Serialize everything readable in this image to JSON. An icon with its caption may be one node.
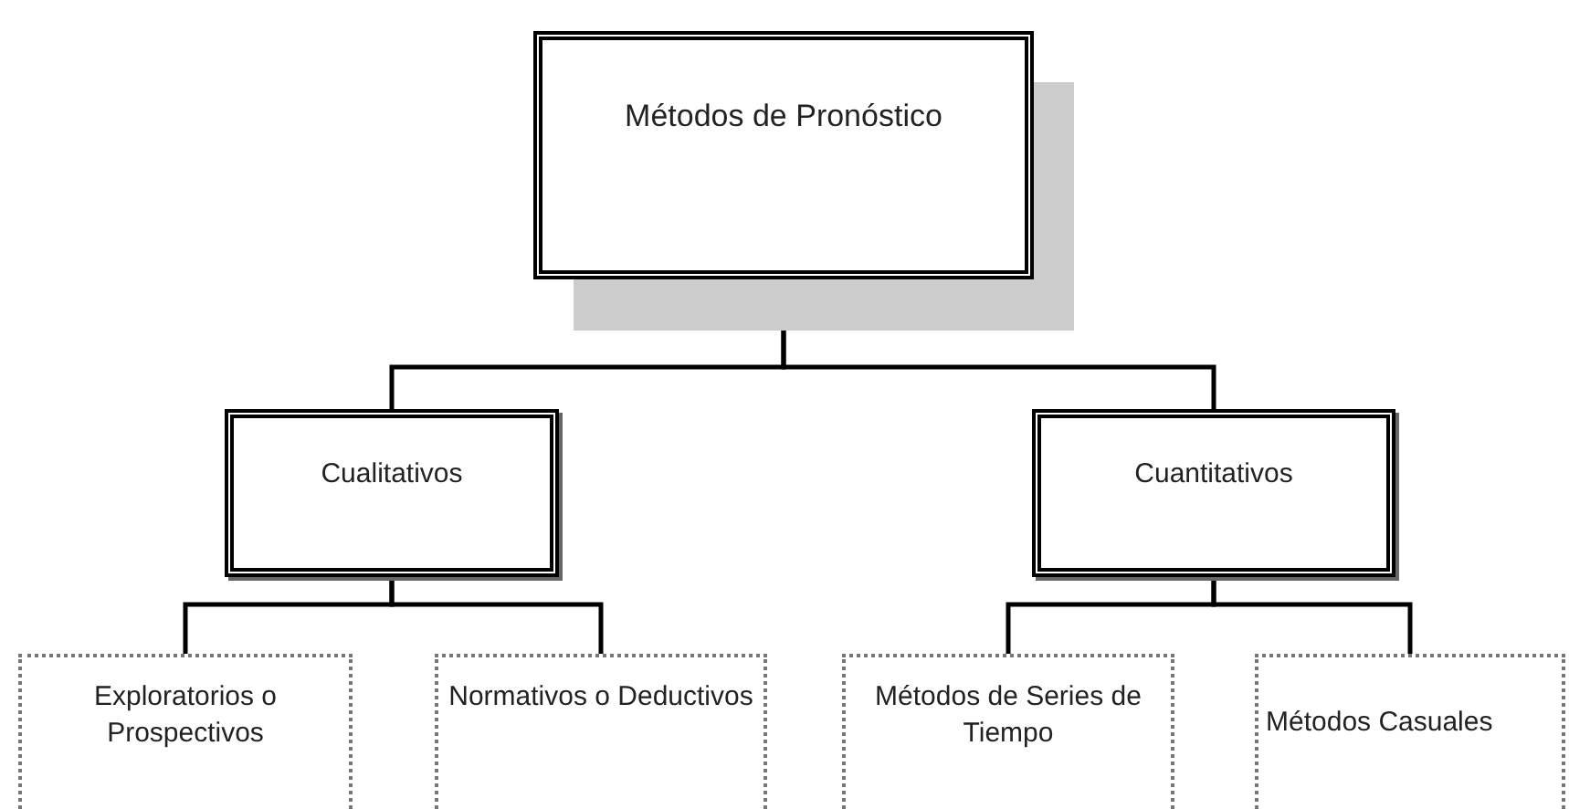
{
  "diagram": {
    "nodes": [
      {
        "text": [
          "Métodos de Pronóstico"
        ]
      },
      {
        "text": [
          "Cualitativos"
        ]
      },
      {
        "text": [
          "Cuantitativos"
        ]
      },
      {
        "text": [
          "Exploratorios o Prospectivos"
        ]
      },
      {
        "text": [
          "Normativos o Deductivos"
        ]
      },
      {
        "text": [
          "Métodos de Series de Tiempo"
        ]
      },
      {
        "text": [
          "Métodos Casuales"
        ]
      }
    ],
    "edges": [
      {
        "from": 0,
        "to": 1,
        "arrow": "none"
      },
      {
        "from": 0,
        "to": 2,
        "arrow": "none"
      },
      {
        "from": 1,
        "to": 3,
        "arrow": "none"
      },
      {
        "from": 1,
        "to": 4,
        "arrow": "none"
      },
      {
        "from": 2,
        "to": 5,
        "arrow": "none"
      },
      {
        "from": 2,
        "to": 6,
        "arrow": "none"
      }
    ]
  }
}
